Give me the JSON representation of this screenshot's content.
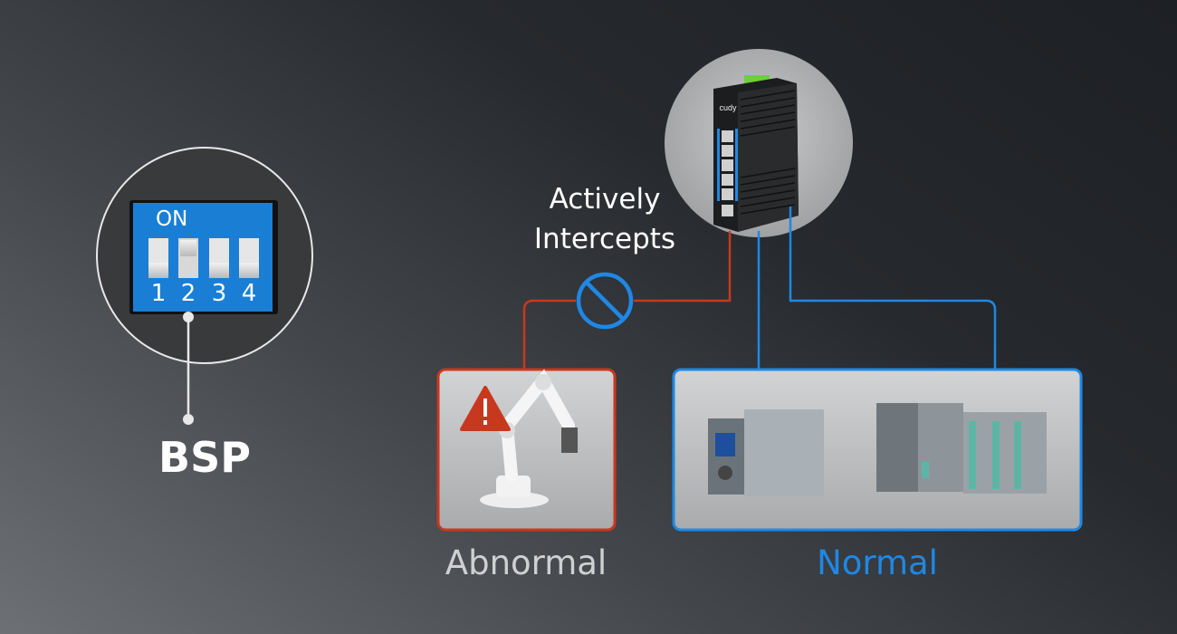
{
  "dip_switch": {
    "on_label": "ON",
    "switch_numbers": [
      "1",
      "2",
      "3",
      "4"
    ],
    "switch_states": [
      "off",
      "on",
      "off",
      "off"
    ],
    "caption": "BSP"
  },
  "device": {
    "brand_logo": "cudy"
  },
  "intercept": {
    "line1": "Actively",
    "line2": "Intercepts",
    "icon": "prohibited-icon"
  },
  "abnormal": {
    "label": "Abnormal",
    "icon": "warning-icon"
  },
  "normal": {
    "label": "Normal"
  },
  "colors": {
    "blue": "#1e88e5",
    "red": "#c8381f",
    "switch_blue": "#1a7fd4"
  }
}
